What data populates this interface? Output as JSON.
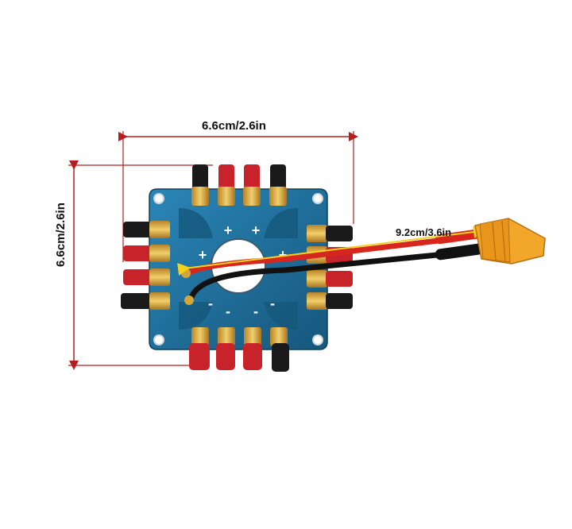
{
  "dimensions": {
    "width": "6.6cm/2.6in",
    "height": "6.6cm/2.6in",
    "cable": "9.2cm/3.6in"
  },
  "board": {
    "pad_symbols": [
      "+",
      "+",
      "+",
      "+",
      "-",
      "-",
      "-",
      "-"
    ]
  },
  "colors": {
    "dimension_line": "#b81c1c",
    "pcb": "#1f6f9c",
    "pad_gold": "#d4a53a",
    "red_plug": "#c8232a",
    "black_plug": "#1a1a1a",
    "xt60": "#f2a62a",
    "wire_red": "#d7261e",
    "wire_black": "#111111",
    "arrow_yellow": "#f4d21b"
  }
}
